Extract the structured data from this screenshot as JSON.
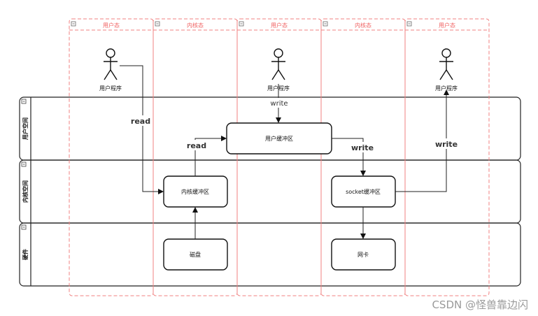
{
  "columns": [
    "用户态",
    "内核态",
    "用户态",
    "内核态",
    "用户态"
  ],
  "rows": [
    "用户空间",
    "内核空间",
    "硬件"
  ],
  "actors": [
    "用户程序",
    "用户程序",
    "用户程序"
  ],
  "boxes": {
    "user_buffer": "用户缓冲区",
    "kernel_buffer": "内核缓冲区",
    "socket_buffer": "socket缓冲区",
    "disk": "磁盘",
    "nic": "网卡"
  },
  "edge_labels": {
    "read_user": "read",
    "read_kernel": "read",
    "write_top": "write",
    "write_mid": "write",
    "write_right": "write"
  },
  "watermark": "CSDN @怪兽靠边闪"
}
